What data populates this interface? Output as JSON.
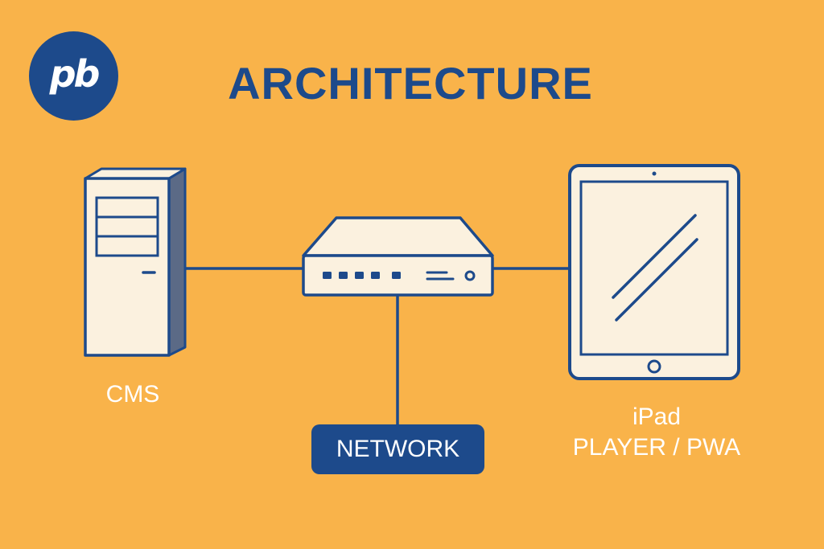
{
  "logo": {
    "text": "pb"
  },
  "title": "ARCHITECTURE",
  "nodes": {
    "cms": {
      "label": "CMS",
      "icon": "server-tower-icon"
    },
    "router": {
      "icon": "router-icon"
    },
    "network": {
      "label": "NETWORK"
    },
    "ipad": {
      "label_line1": "iPad",
      "label_line2": "PLAYER / PWA",
      "icon": "tablet-icon"
    }
  },
  "colors": {
    "background": "#F9B34A",
    "primary": "#1D4A8B",
    "device_fill": "#FBF1DF",
    "label_text": "#FFFFFF"
  }
}
